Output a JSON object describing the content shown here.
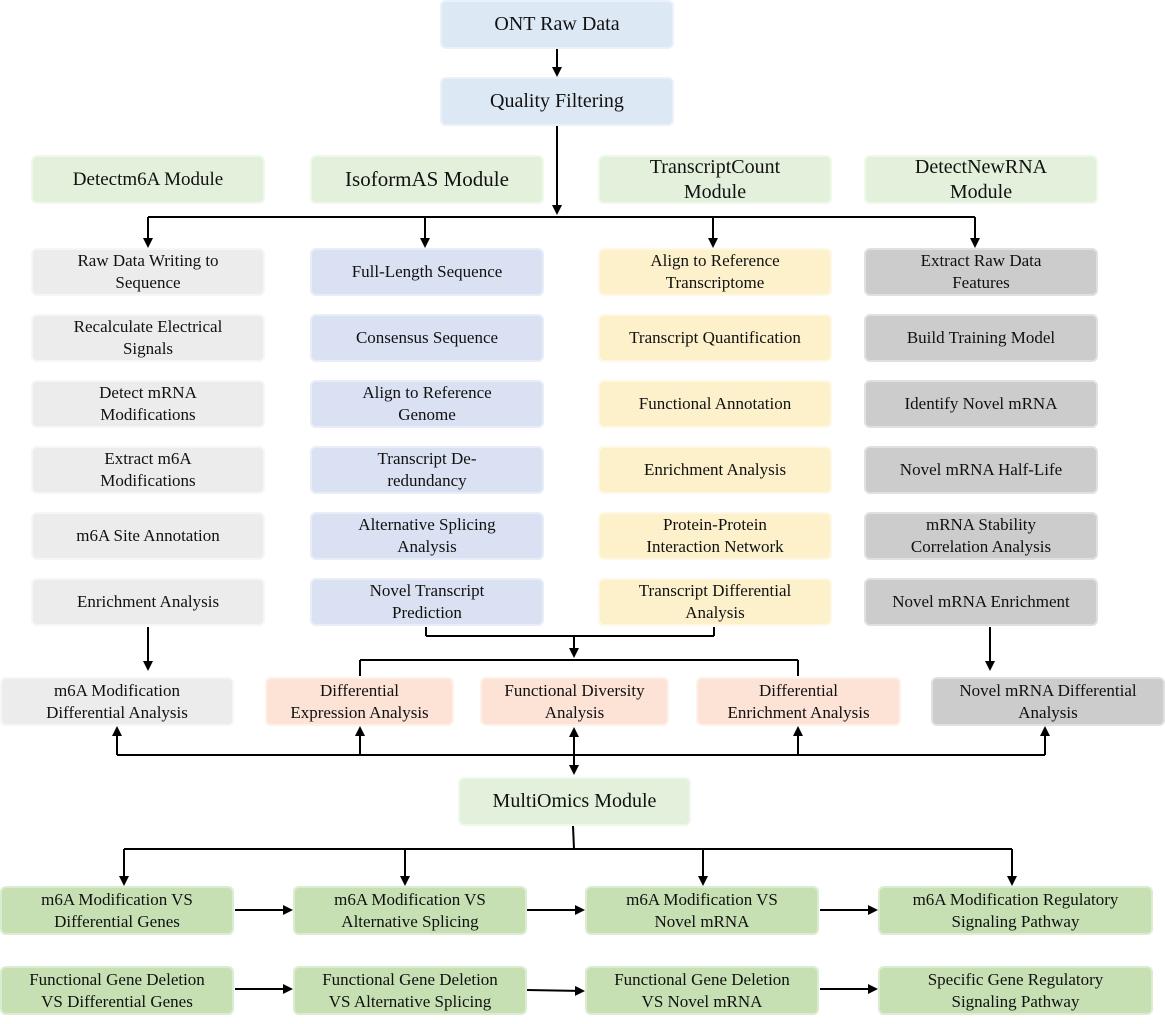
{
  "top": {
    "ont": "ONT Raw Data",
    "qf": "Quality Filtering"
  },
  "modules": {
    "m1": "Detectm6A Module",
    "m2": "IsoformAS Module",
    "m3": "TranscriptCount\nModule",
    "m4": "DetectNewRNA\nModule"
  },
  "col1": [
    "Raw Data Writing to\nSequence",
    "Recalculate Electrical\nSignals",
    "Detect mRNA\nModifications",
    "Extract m6A\nModifications",
    "m6A Site Annotation",
    "Enrichment Analysis"
  ],
  "col2": [
    "Full-Length Sequence",
    "Consensus Sequence",
    "Align to Reference\nGenome",
    "Transcript De-\nredundancy",
    "Alternative Splicing\nAnalysis",
    "Novel Transcript\nPrediction"
  ],
  "col3": [
    "Align to Reference\nTranscriptome",
    "Transcript Quantification",
    "Functional Annotation",
    "Enrichment Analysis",
    "Protein-Protein\nInteraction Network",
    "Transcript Differential\nAnalysis"
  ],
  "col4": [
    "Extract Raw Data\nFeatures",
    "Build Training Model",
    "Identify Novel mRNA",
    "Novel mRNA Half-Life",
    "mRNA Stability\nCorrelation Analysis",
    "Novel mRNA Enrichment"
  ],
  "mid": [
    "m6A Modification\nDifferential Analysis",
    "Differential\nExpression Analysis",
    "Functional Diversity\nAnalysis",
    "Differential\nEnrichment Analysis",
    "Novel mRNA Differential\nAnalysis"
  ],
  "multiomics": "MultiOmics Module",
  "row1": [
    "m6A Modification VS\nDifferential Genes",
    "m6A Modification VS\nAlternative Splicing",
    "m6A Modification VS\nNovel mRNA",
    "m6A Modification Regulatory\nSignaling Pathway"
  ],
  "row2": [
    "Functional Gene Deletion\nVS Differential Genes",
    "Functional Gene Deletion\nVS Alternative Splicing",
    "Functional Gene Deletion\nVS Novel mRNA",
    "Specific Gene Regulatory\nSignaling Pathway"
  ]
}
